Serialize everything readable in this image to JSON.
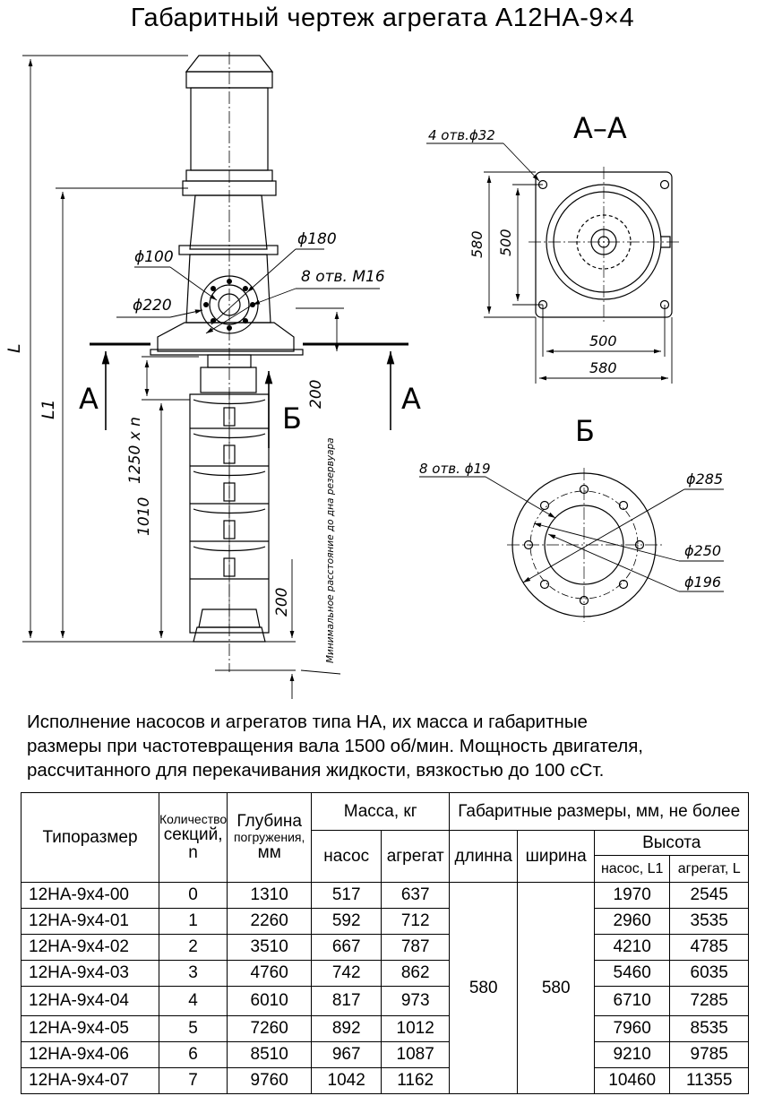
{
  "title": "Габаритный чертеж агрегата А12НА-9×4",
  "drawing": {
    "dim_L": "L",
    "dim_L1": "L1",
    "section_A_left": "А",
    "section_A_right": "А",
    "section_B": "Б",
    "dia_100": "ϕ100",
    "dia_180": "ϕ180",
    "dia_220": "ϕ220",
    "holes_m16": "8 отв. М16",
    "dim_200_top": "200",
    "dim_1250": "1250 x n",
    "dim_1010": "1010",
    "dim_200_bottom": "200",
    "min_distance_note": "Минимальное расстояние до дна резервуара",
    "view_aa_title": "А–А",
    "view_aa_holes": "4 отв.ϕ32",
    "view_aa_580_v": "580",
    "view_aa_500_v": "500",
    "view_aa_500_h": "500",
    "view_aa_580_h": "580",
    "view_b_title": "Б",
    "view_b_holes": "8 отв. ϕ19",
    "view_b_d285": "ϕ285",
    "view_b_d250": "ϕ250",
    "view_b_d196": "ϕ196"
  },
  "intro": [
    "Исполнение насосов и агрегатов типа НА, их масса и габаритные",
    "размеры при частотевращения вала 1500 об/мин. Мощность двигателя,",
    "рассчитанного для перекачивания жидкости, вязкостью до 100 сСт."
  ],
  "table": {
    "h_type": "Типоразмер",
    "h_sections_1": "Количество",
    "h_sections_2": "секций,",
    "h_sections_3": "n",
    "h_depth_1": "Глубина",
    "h_depth_2": "погружения,",
    "h_depth_3": "мм",
    "h_mass": "Масса, кг",
    "h_mass_pump": "насос",
    "h_mass_unit": "агрегат",
    "h_dims": "Габаритные размеры, мм, не более",
    "h_length": "длинна",
    "h_width": "ширина",
    "h_height": "Высота",
    "h_height_pump": "насос, L1",
    "h_height_unit": "агрегат, L",
    "length_value": "580",
    "width_value": "580",
    "rows": [
      {
        "type": "12НА-9х4-00",
        "n": "0",
        "depth": "1310",
        "pump": "517",
        "unit": "637",
        "hp": "1970",
        "hu": "2545"
      },
      {
        "type": "12НА-9х4-01",
        "n": "1",
        "depth": "2260",
        "pump": "592",
        "unit": "712",
        "hp": "2960",
        "hu": "3535"
      },
      {
        "type": "12НА-9х4-02",
        "n": "2",
        "depth": "3510",
        "pump": "667",
        "unit": "787",
        "hp": "4210",
        "hu": "4785"
      },
      {
        "type": "12НА-9х4-03",
        "n": "3",
        "depth": "4760",
        "pump": "742",
        "unit": "862",
        "hp": "5460",
        "hu": "6035"
      },
      {
        "type": "12НА-9х4-04",
        "n": "4",
        "depth": "6010",
        "pump": "817",
        "unit": "973",
        "hp": "6710",
        "hu": "7285"
      },
      {
        "type": "12НА-9х4-05",
        "n": "5",
        "depth": "7260",
        "pump": "892",
        "unit": "1012",
        "hp": "7960",
        "hu": "8535"
      },
      {
        "type": "12НА-9х4-06",
        "n": "6",
        "depth": "8510",
        "pump": "967",
        "unit": "1087",
        "hp": "9210",
        "hu": "9785"
      },
      {
        "type": "12НА-9х4-07",
        "n": "7",
        "depth": "9760",
        "pump": "1042",
        "unit": "1162",
        "hp": "10460",
        "hu": "11355"
      }
    ]
  }
}
